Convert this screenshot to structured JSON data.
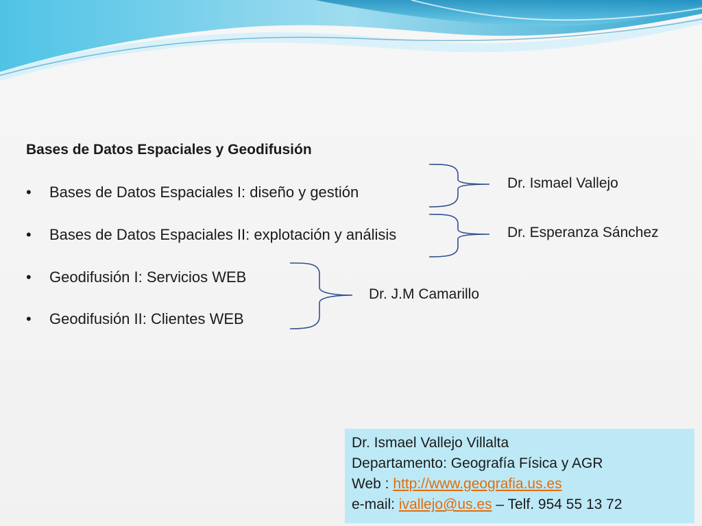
{
  "slide": {
    "title": "Bases de Datos Espaciales y Geodifusión",
    "bullet_symbol": "•",
    "bullets": [
      "Bases de Datos Espaciales I: diseño y gestión",
      "Bases de Datos Espaciales II: explotación y análisis",
      "Geodifusión I: Servicios WEB",
      "Geodifusión II: Clientes WEB"
    ],
    "instructors": [
      "Dr. Ismael Vallejo",
      "Dr. Esperanza Sánchez",
      "Dr. J.M Camarillo"
    ],
    "colors": {
      "wave_dark": "#2e9fc4",
      "wave_light": "#8fd6ec",
      "brace": "#2f4f8f",
      "contact_bg": "#bde9f7",
      "link": "#e36c0a"
    }
  },
  "contact": {
    "name": "Dr. Ismael Vallejo Villalta",
    "department": "Departamento: Geografía Física y AGR",
    "web_label": "Web : ",
    "web_url": "http://www.geografia.us.es",
    "email_label": "e-mail: ",
    "email": "ivallejo@us.es",
    "phone": " – Telf. 954 55 13 72"
  }
}
